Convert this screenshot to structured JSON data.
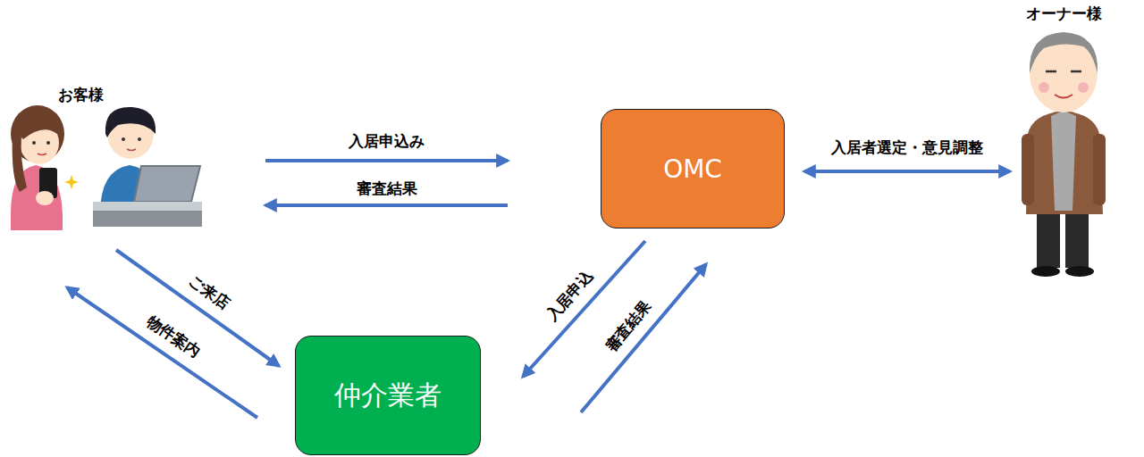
{
  "diagram": {
    "nodes": [
      {
        "text": [
          "お客様"
        ]
      },
      {
        "text": [
          "OMC"
        ]
      },
      {
        "text": [
          "オーナー様"
        ]
      },
      {
        "text": [
          "仲介業者"
        ]
      }
    ],
    "edges": [
      {
        "from": 0,
        "to": 1,
        "label": "入居申込み",
        "arrow": "to"
      },
      {
        "from": 1,
        "to": 0,
        "label": "審査結果",
        "arrow": "to"
      },
      {
        "from": 1,
        "to": 2,
        "label": "入居者選定・意見調整",
        "arrow": "both"
      },
      {
        "from": 0,
        "to": 3,
        "label": "ご来店",
        "arrow": "to"
      },
      {
        "from": 3,
        "to": 0,
        "label": "物件案内",
        "arrow": "to"
      },
      {
        "from": 1,
        "to": 3,
        "label": "入居申込",
        "arrow": "to"
      },
      {
        "from": 3,
        "to": 1,
        "label": "審査結果",
        "arrow": "to"
      }
    ]
  }
}
